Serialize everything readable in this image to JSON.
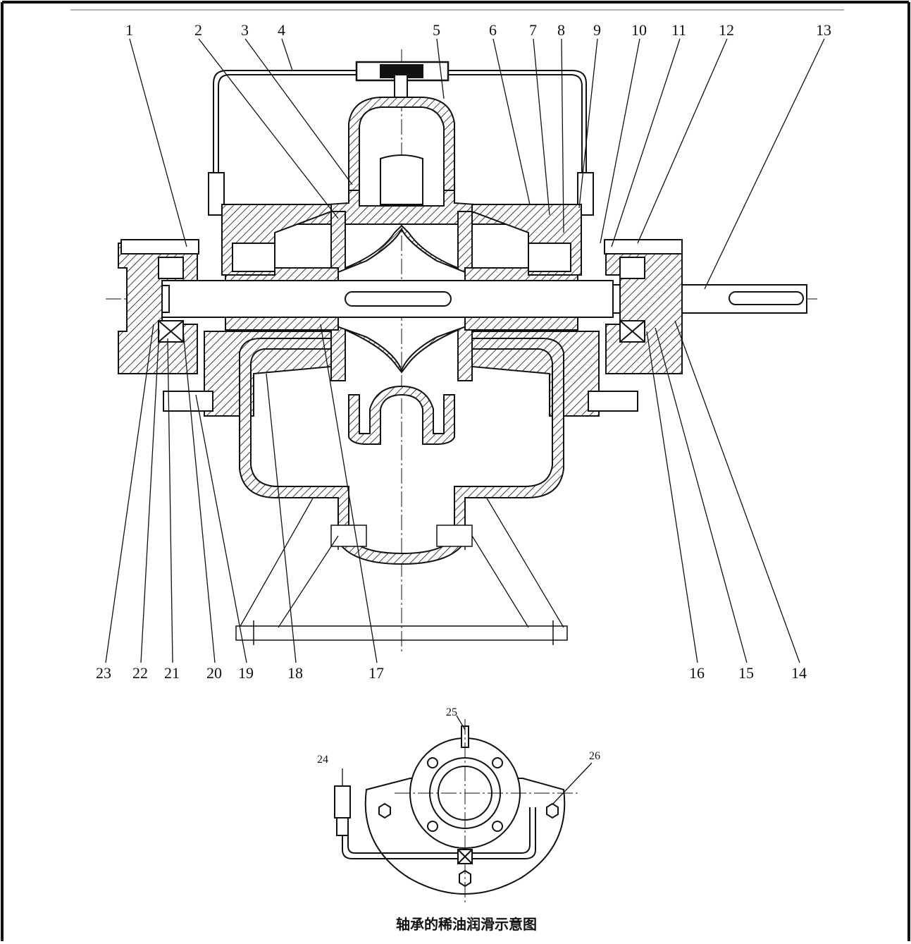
{
  "top_callouts": [
    {
      "id": "c1",
      "label": "1"
    },
    {
      "id": "c2",
      "label": "2"
    },
    {
      "id": "c3",
      "label": "3"
    },
    {
      "id": "c4",
      "label": "4"
    },
    {
      "id": "c5",
      "label": "5"
    },
    {
      "id": "c6",
      "label": "6"
    },
    {
      "id": "c7",
      "label": "7"
    },
    {
      "id": "c8",
      "label": "8"
    },
    {
      "id": "c9",
      "label": "9"
    },
    {
      "id": "c10",
      "label": "10"
    },
    {
      "id": "c11",
      "label": "11"
    },
    {
      "id": "c12",
      "label": "12"
    },
    {
      "id": "c13",
      "label": "13"
    }
  ],
  "bottom_callouts": [
    {
      "id": "c23",
      "label": "23"
    },
    {
      "id": "c22",
      "label": "22"
    },
    {
      "id": "c21",
      "label": "21"
    },
    {
      "id": "c20",
      "label": "20"
    },
    {
      "id": "c19",
      "label": "19"
    },
    {
      "id": "c18",
      "label": "18"
    },
    {
      "id": "c17",
      "label": "17"
    },
    {
      "id": "c16",
      "label": "16"
    },
    {
      "id": "c15",
      "label": "15"
    },
    {
      "id": "c14",
      "label": "14"
    }
  ],
  "detail_callouts": [
    {
      "id": "c24",
      "label": "24"
    },
    {
      "id": "c25",
      "label": "25"
    },
    {
      "id": "c26",
      "label": "26"
    }
  ],
  "caption": "轴承的稀油润滑示意图",
  "colors": {
    "line": "#111111",
    "background": "#ffffff"
  }
}
